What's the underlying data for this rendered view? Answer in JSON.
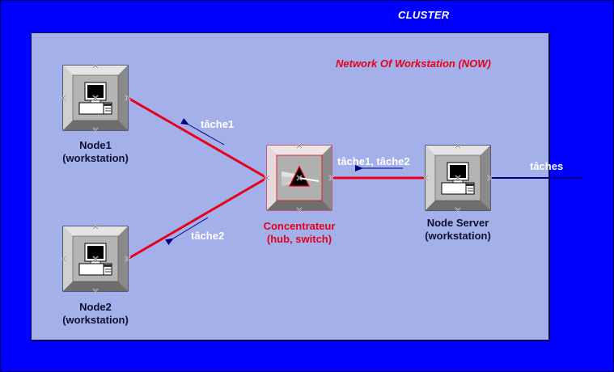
{
  "diagram": {
    "title": "CLUSTER",
    "subtitle": "Network Of Workstation (NOW)",
    "colors": {
      "background": "#0000ff",
      "panel": "#a3b0ea",
      "link": "#e8001a",
      "flow_arrow": "#000080",
      "label_dark": "#101030",
      "label_red": "#e8001a",
      "label_white": "#ffffff"
    },
    "nodes": [
      {
        "id": "node1",
        "type": "workstation",
        "icon": "computer-icon",
        "name": "Node1",
        "role": "(workstation)"
      },
      {
        "id": "node2",
        "type": "workstation",
        "icon": "computer-icon",
        "name": "Node2",
        "role": "(workstation)"
      },
      {
        "id": "hub",
        "type": "hub",
        "icon": "hub-switch-icon",
        "name": "Concentrateur",
        "role": "(hub, switch)"
      },
      {
        "id": "server",
        "type": "workstation",
        "icon": "computer-icon",
        "name": "Node Server",
        "role": "(workstation)"
      }
    ],
    "links": [
      {
        "from": "hub",
        "to": "node1"
      },
      {
        "from": "hub",
        "to": "node2"
      },
      {
        "from": "server",
        "to": "hub"
      },
      {
        "from": "external",
        "to": "server"
      }
    ],
    "flows": [
      {
        "label": "tâche1",
        "from": "hub",
        "to": "node1"
      },
      {
        "label": "tâche2",
        "from": "hub",
        "to": "node2"
      },
      {
        "label": "tâche1, tâche2",
        "from": "server",
        "to": "hub"
      },
      {
        "label": "tâches",
        "from": "external",
        "to": "server"
      }
    ]
  }
}
